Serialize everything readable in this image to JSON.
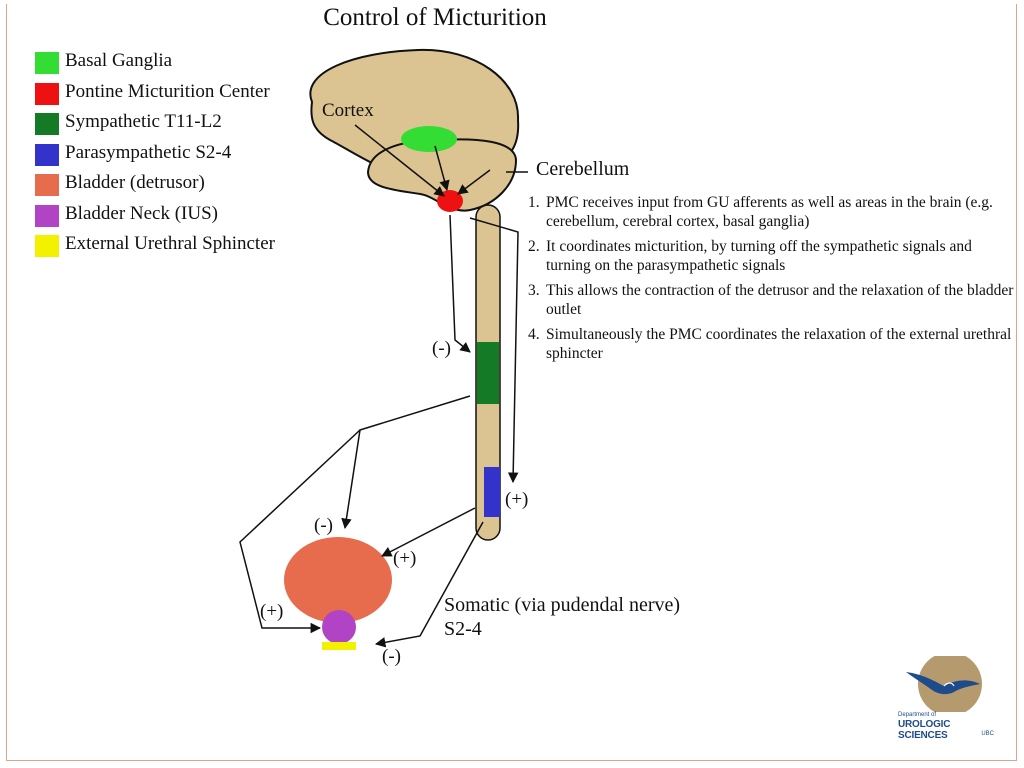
{
  "title": "Control of Micturition",
  "legend": [
    {
      "label": "Basal Ganglia",
      "color": "#33dd33"
    },
    {
      "label": "Pontine Micturition Center",
      "color": "#ee1111"
    },
    {
      "label": "Sympathetic T11-L2",
      "color": "#157a25"
    },
    {
      "label": "Parasympathetic S2-4",
      "color": "#3333cc"
    },
    {
      "label": "Bladder (detrusor)",
      "color": "#e76b4d"
    },
    {
      "label": "Bladder Neck (IUS)",
      "color": "#b144c4"
    },
    {
      "label": "External Urethral Sphincter",
      "color": "#f2f200"
    }
  ],
  "labels": {
    "cortex": "Cortex",
    "cerebellum": "Cerebellum",
    "somatic_line1": "Somatic (via pudendal nerve)",
    "somatic_line2": "S2-4",
    "sympathetic_sign": "(-)",
    "parasympathetic_sign": "(+)",
    "detrusor_inhibit_sign": "(-)",
    "detrusor_excite_sign": "(+)",
    "bladder_neck_sign": "(+)",
    "sphincter_sign": "(-)"
  },
  "notes": [
    {
      "num": "1.",
      "text": "PMC receives input from GU afferents as well as areas in the brain (e.g. cerebellum, cerebral cortex, basal ganglia)"
    },
    {
      "num": "2.",
      "text": "It coordinates micturition, by turning off the sympathetic signals and turning on the parasympathetic signals"
    },
    {
      "num": "3.",
      "text": "This allows the contraction of the detrusor and the relaxation of the bladder outlet"
    },
    {
      "num": "4.",
      "text": "Simultaneously the PMC coordinates the relaxation of the external urethral sphincter"
    }
  ],
  "colors": {
    "brain": "#dcc492",
    "outline": "#111111",
    "frame": "#d9a58f"
  },
  "logo": {
    "dept": "Department of",
    "name": "UROLOGIC SCIENCES",
    "ubc": "UBC"
  }
}
